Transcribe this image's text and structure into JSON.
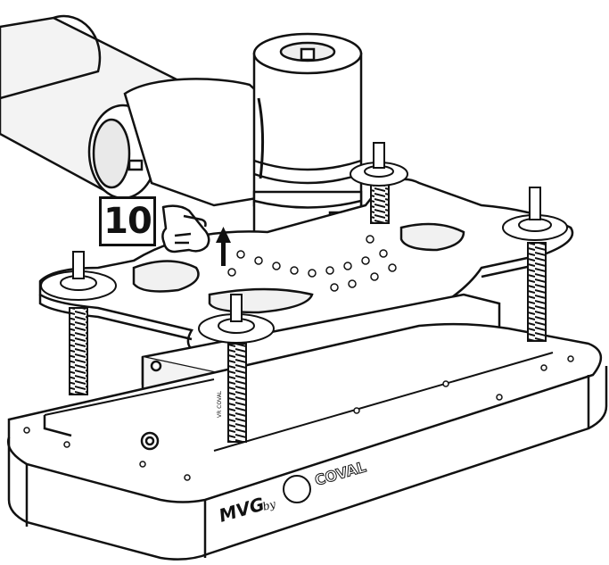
{
  "step": {
    "number": "10"
  },
  "brand": {
    "product": "MVG",
    "by": "by",
    "company": "COVAL"
  },
  "module": {
    "side_label": "VR COVAL"
  },
  "icons": [
    "hand-pointer-icon",
    "arrow-up-icon"
  ],
  "colors": {
    "line": "#111111",
    "fill": "#ffffff",
    "shade": "#e9e9e9",
    "mid": "#cfcfcf"
  }
}
